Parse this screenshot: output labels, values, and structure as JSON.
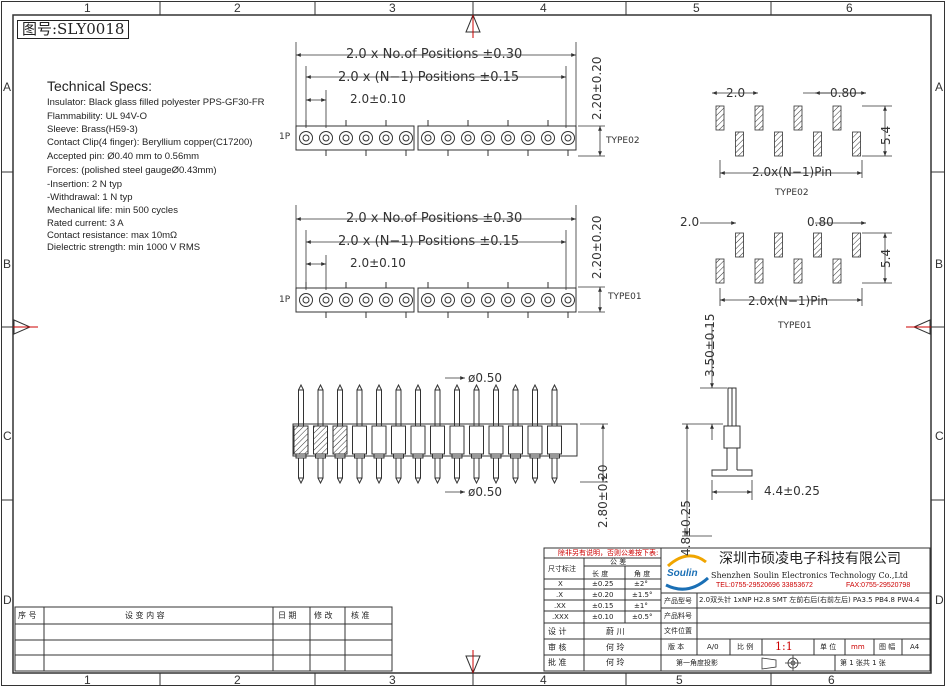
{
  "drawing_number": "图号:SLY0018",
  "zones": {
    "columns": [
      "1",
      "2",
      "3",
      "4",
      "5",
      "6"
    ],
    "rows": [
      "A",
      "B",
      "C",
      "D"
    ]
  },
  "specs": {
    "title": "Technical Specs:",
    "lines": [
      "Insulator: Black glass filled polyester PPS-GF30-FR",
      "Flammability: UL 94V-O",
      "Sleeve:        Brass(H59-3)",
      "Contact Clip(4 finger): Beryllium copper(C17200)",
      "Accepted pin: Ø0.40 mm to 0.56mm",
      "Forces:          (polished steel gaugeØ0.43mm)",
      "-Insertion:           2 N typ",
      "-Withdrawal:        1 N typ",
      "Mechanical life: min 500 cycles",
      "Rated current: 3 A",
      "Contact resistance:  max 10mΩ",
      "Dielectric strength: min 1000 V RMS"
    ]
  },
  "views": {
    "top": {
      "dim_total": "2.0  x  No.of  Positions  ±0.30",
      "dim_n1": "2.0  x  (N−1)  Positions  ±0.15",
      "dim_pitch": "2.0±0.10",
      "dim_height": "2.20±0.20",
      "pin1": "1P",
      "type": "TYPE02"
    },
    "mid": {
      "dim_total": "2.0  x  No.of  Positions  ±0.30",
      "dim_n1": "2.0  x  (N−1)  Positions  ±0.15",
      "dim_pitch": "2.0±0.10",
      "dim_height": "2.20±0.20",
      "pin1": "1P",
      "type": "TYPE01"
    },
    "front": {
      "dia_top": "ø0.50",
      "dia_bottom": "ø0.50",
      "height": "2.80±0.20"
    },
    "side": {
      "top_len": "3.50±0.15",
      "bottom_len": "4.8±0.25",
      "foot": "4.4±0.25"
    },
    "pads02": {
      "pitch": "2.0",
      "width": "0.80",
      "span": "5.4",
      "row": "2.0x(N−1)Pin",
      "type": "TYPE02"
    },
    "pads01": {
      "pitch": "2.0",
      "width": "0.80",
      "span": "5.4",
      "row": "2.0x(N−1)Pin",
      "type": "TYPE01"
    }
  },
  "revision_table": {
    "headers": [
      "序 号",
      "设 变 内 容",
      "日  期",
      "修  改",
      "核  准"
    ]
  },
  "tolerance": {
    "note": "除非另有说明，否则公差按下表:",
    "std_label": "尺寸标注",
    "group_label": "公  差",
    "col_len": "长 度",
    "col_ang": "角 度",
    "rows": [
      [
        " X",
        "±0.25",
        "±2°"
      ],
      [
        " .X",
        "±0.20",
        "±1.5°"
      ],
      [
        " .XX",
        "±0.15",
        "±1°"
      ],
      [
        " .XXX",
        "±0.10",
        "±0.5°"
      ]
    ]
  },
  "signoff": [
    {
      "label": "设 计",
      "name": "蔚 川"
    },
    {
      "label": "审 核",
      "name": "何  玲"
    },
    {
      "label": "批 准",
      "name": "何  玲"
    }
  ],
  "company": {
    "logo": "Soulin",
    "name_cn": "深圳市硕凌电子科技有限公司",
    "name_en": "Shenzhen Soulin Electronics Technology Co.,Ltd",
    "tel": "TEL:0755-29520696  33853672",
    "fax": "FAX:0755-29520798"
  },
  "title_block": {
    "product_label": "产品型号",
    "product_value": "2.0双头针 1xNP H2.8 SMT 左前右后(右前左后) PA3.5 PB4.8 PW4.4",
    "material_label": "产品料号",
    "file_label": "文件位置",
    "version_label": "版 本",
    "version_value": "A/0",
    "scale_label": "比 例",
    "scale_value": "1:1",
    "unit_label": "单 位",
    "unit_value": "mm",
    "size_label": "图 幅",
    "size_value": "A4",
    "projection": "第一角度投影",
    "sheet": "第 1  张共 1  张"
  }
}
